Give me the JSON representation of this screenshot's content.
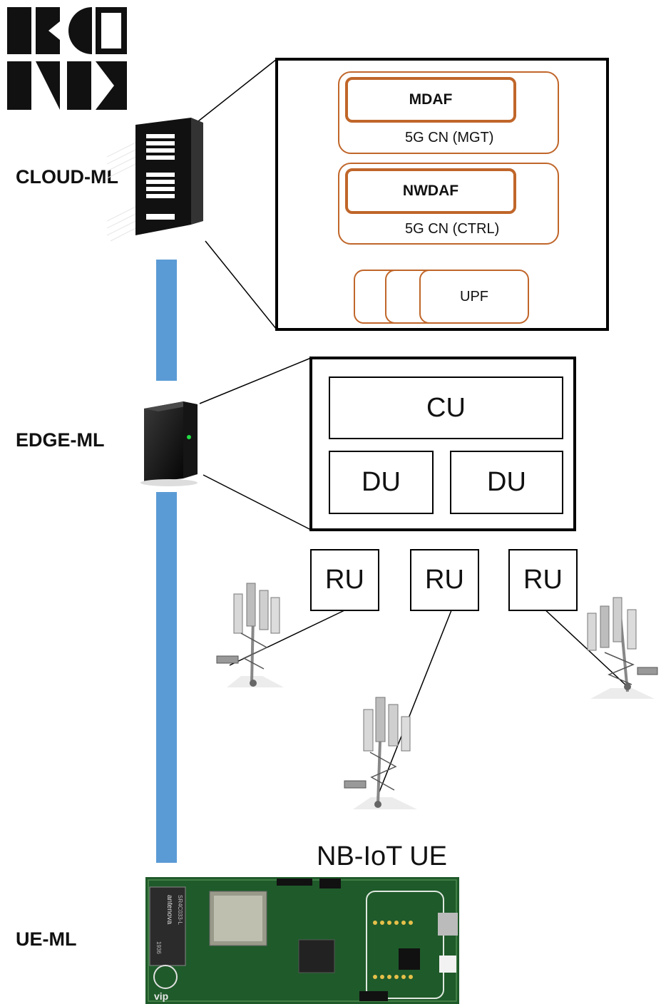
{
  "layers": {
    "cloud": "CLOUD-ML",
    "edge": "EDGE-ML",
    "ue": "UE-ML"
  },
  "cloud_box": {
    "mdaf": "MDAF",
    "mgt": "5G CN (MGT)",
    "nwdaf": "NWDAF",
    "ctrl": "5G CN (CTRL)",
    "upf": "UPF"
  },
  "edge_box": {
    "cu": "CU",
    "du_left": "DU",
    "du_right": "DU"
  },
  "radio_units": [
    "RU",
    "RU",
    "RU"
  ],
  "ue_label": "NB-IoT UE",
  "board_texts": {
    "antenna": "antenova",
    "antenna_part": "SR4C033-L",
    "antenna_num": "1936",
    "brand": "vip"
  },
  "colors": {
    "accent_orange": "#c0662a",
    "link_blue": "#5b9bd5",
    "pcb_green": "#1f5a2a"
  }
}
